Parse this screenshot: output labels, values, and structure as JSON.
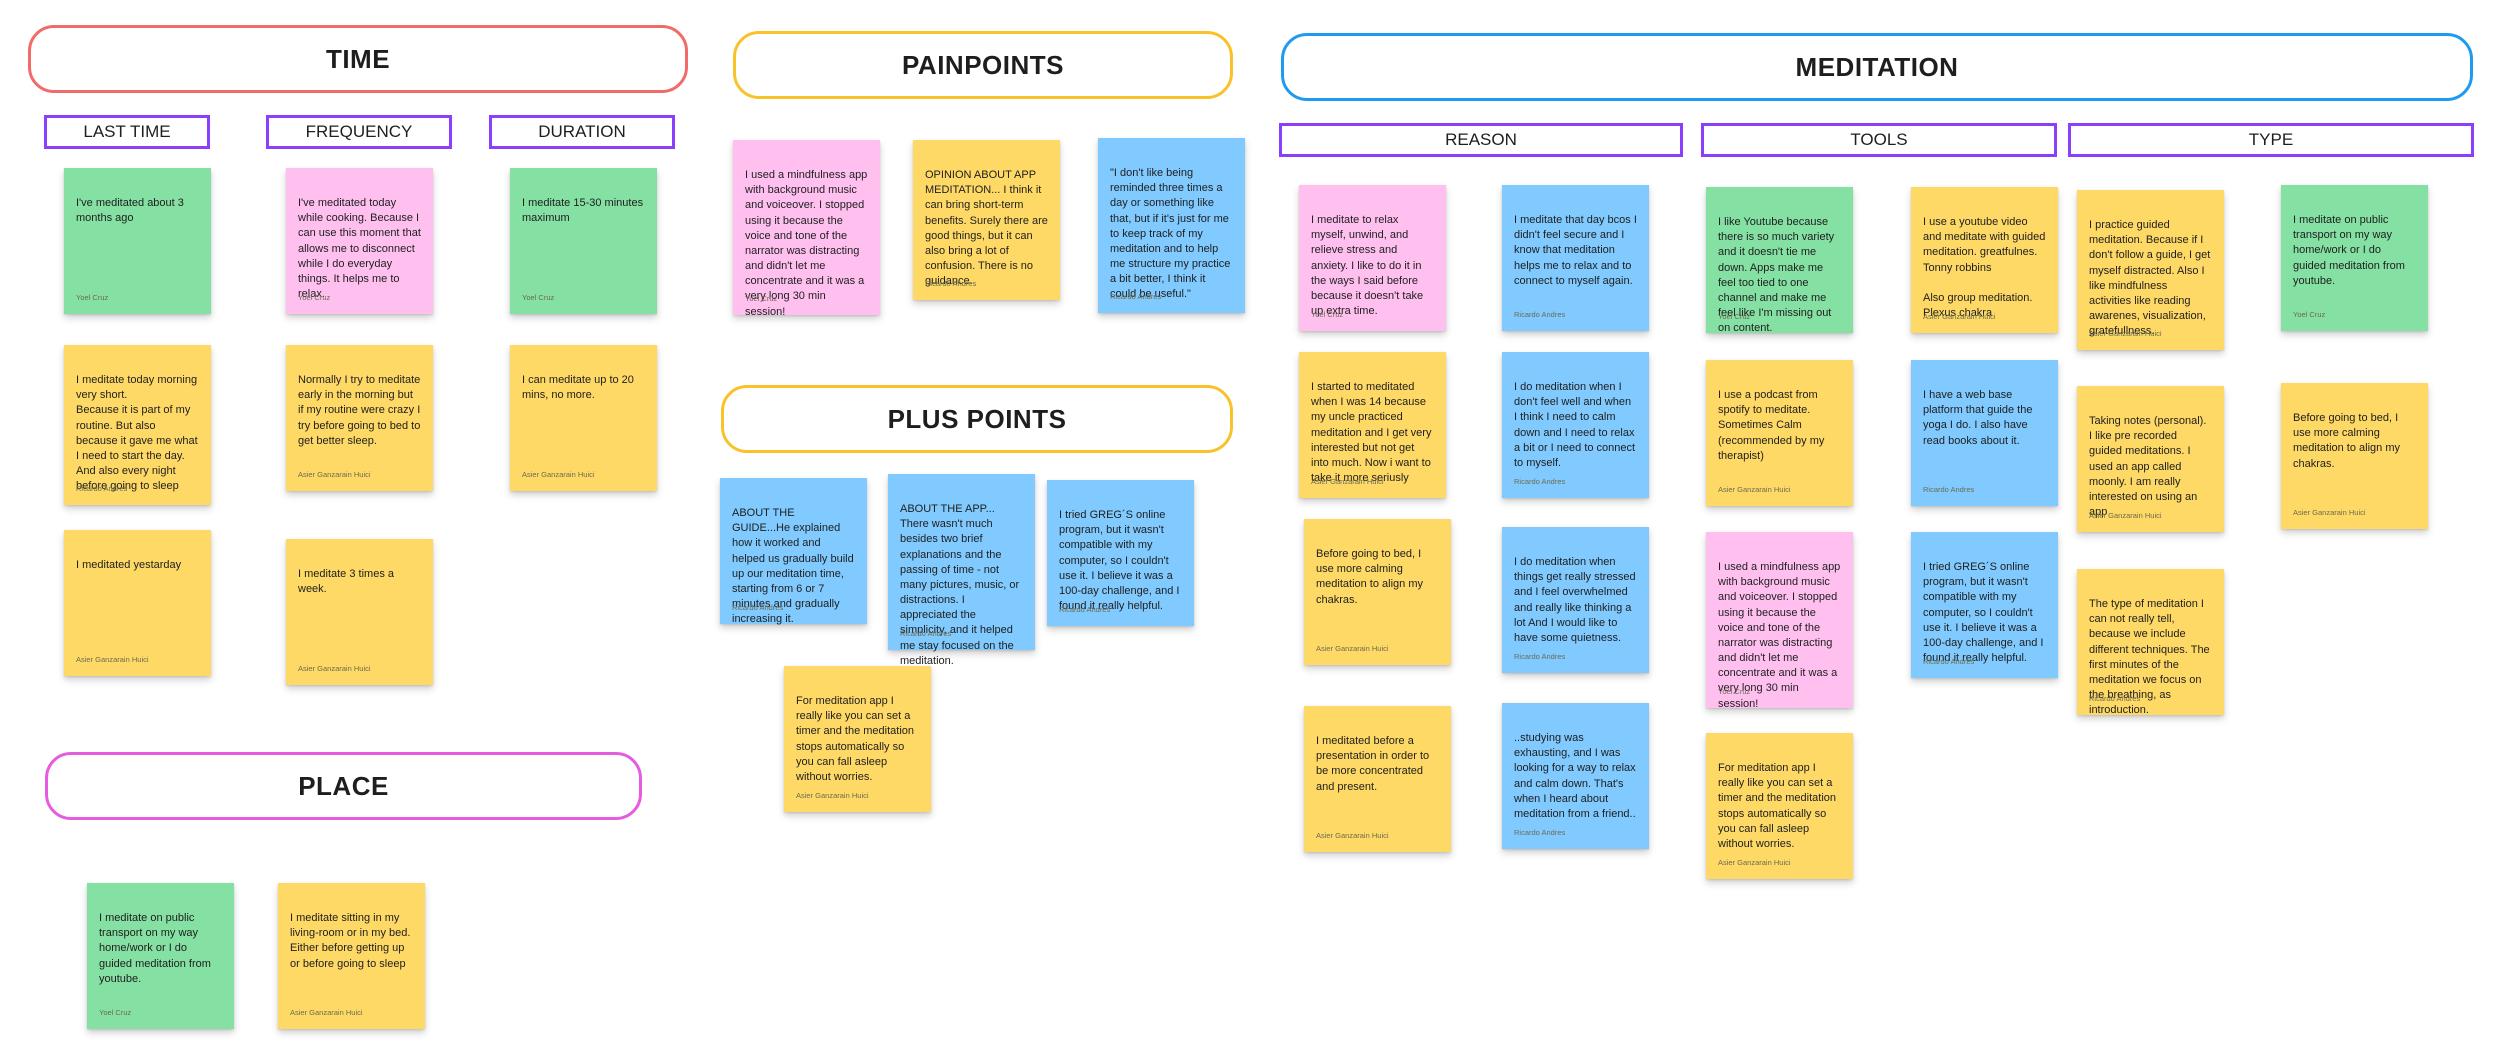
{
  "sections": {
    "time": "TIME",
    "painpoints": "PAINPOINTS",
    "pluspoints": "PLUS POINTS",
    "meditation": "MEDITATION",
    "place": "PLACE"
  },
  "colors": {
    "time_border": "#f26b6b",
    "painpoints_border": "#f9c22a",
    "pluspoints_border": "#f9c22a",
    "meditation_border": "#1e9bf0",
    "place_border": "#e65ce0",
    "header_border": "#8a3ffc",
    "sticky_yellow": "#ffd966",
    "sticky_green": "#85e0a3",
    "sticky_pink": "#ffc0f0",
    "sticky_blue": "#80caff"
  },
  "headers": {
    "last_time": "LAST TIME",
    "frequency": "FREQUENCY",
    "duration": "DURATION",
    "reason": "REASON",
    "tools": "TOOLS",
    "type": "TYPE"
  },
  "notes": {
    "lt1": {
      "text": "I've meditated about 3 months ago",
      "author": "Yoel Cruz"
    },
    "lt2": {
      "text": "I meditate today morning very short.\nBecause it is part of my routine.  But also because it gave me what I need to start the day.\nAnd also every night before going to sleep",
      "author": "Ricardo Andres"
    },
    "lt3": {
      "text": "I meditated yestarday",
      "author": "Asier Ganzarain Huici"
    },
    "fr1": {
      "text": "I've meditated today while cooking. Because I can use this moment that allows me to disconnect while I do everyday things. It helps me to relax.",
      "author": "Yoel Cruz"
    },
    "fr2": {
      "text": "Normally I try to meditate early in the morning but if my routine were crazy I try before going to bed to get better sleep.",
      "author": "Asier Ganzarain Huici"
    },
    "fr3": {
      "text": "I meditate 3 times a week.",
      "author": "Asier Ganzarain Huici"
    },
    "du1": {
      "text": "I meditate 15-30 minutes maximum",
      "author": "Yoel Cruz"
    },
    "du2": {
      "text": "I can meditate up to 20 mins, no more.",
      "author": "Asier Ganzarain Huici"
    },
    "pl1": {
      "text": "I meditate on public transport on my way home/work or I do guided meditation from youtube.",
      "author": "Yoel Cruz"
    },
    "pl2": {
      "text": "I meditate  sitting in my living-room or in my bed. Either before getting up or before going to sleep",
      "author": "Asier Ganzarain Huici"
    },
    "pp1": {
      "text": "I used a mindfulness app with background music and voiceover. I stopped using it because the voice and tone of the narrator was distracting and didn't let me concentrate and it was a very long 30 min session!",
      "author": "Yoel Cruz"
    },
    "pp2": {
      "text": "OPINION ABOUT APP MEDITATION... I think it can bring short-term benefits. Surely there are good things, but it can also bring a lot of confusion. There is no guidance.",
      "author": "Ricardo Andres"
    },
    "pp3": {
      "text": "\"I don't like being reminded three times a day or something like that, but if it's just for me to keep track of my meditation and to help me structure my practice a bit better, I think it could be useful.\"",
      "author": "Ricardo Andres"
    },
    "pl_a": {
      "text": "ABOUT THE GUIDE...He explained how it worked and helped us gradually build up our meditation time, starting from 6 or 7 minutes and gradually increasing it.",
      "author": "Ricardo Andres"
    },
    "pl_b": {
      "text": "ABOUT THE APP... There wasn't much besides two brief explanations and the passing of time - not many pictures, music, or distractions. I appreciated the simplicity, and it helped me stay focused on the meditation.",
      "author": "Ricardo Andres"
    },
    "pl_c": {
      "text": "I tried GREG´S online program, but it wasn't compatible with my computer, so I couldn't use it. I believe it was a 100-day challenge, and I found it really helpful.",
      "author": "Ricardo Andres"
    },
    "pl_d": {
      "text": "For meditation app I really like you can set a timer and the meditation stops automatically so you can fall asleep without worries.",
      "author": "Asier Ganzarain Huici"
    },
    "re1": {
      "text": "I meditate to relax myself, unwind, and relieve stress and anxiety. I like to do it in the ways I said before because it doesn't take up extra time.",
      "author": "Yoel Cruz"
    },
    "re2": {
      "text": "I started to meditated when I was 14 because my uncle practiced meditation and I get very interested but not get into much. Now i want to take it more seriusly",
      "author": "Asier Ganzarain Huici"
    },
    "re3": {
      "text": "Before going to bed, I use more calming meditation to align my chakras.",
      "author": "Asier Ganzarain Huici"
    },
    "re4": {
      "text": "I meditated before a presentation in order to be more concentrated and present.",
      "author": "Asier Ganzarain Huici"
    },
    "re5": {
      "text": "I meditate that day bcos  I didn't feel secure and I know that meditation helps me to relax and to connect to myself again.",
      "author": "Ricardo Andres"
    },
    "re6": {
      "text": "I do meditation when I don't feel well and when I think I need to calm down and I need to relax a bit or I need to connect to myself.",
      "author": "Ricardo Andres"
    },
    "re7": {
      "text": "I do meditation when things get really stressed and I feel overwhelmed and really like thinking a lot And I would like to have some quietness.",
      "author": "Ricardo Andres"
    },
    "re8": {
      "text": "..studying was exhausting, and I was looking for a way to relax and calm down. That's when I heard about meditation from a friend..",
      "author": "Ricardo Andres"
    },
    "to1": {
      "text": "I like Youtube because there is so much variety and it doesn't tie me down. Apps make me feel too tied to one channel and make me feel like I'm missing out on content.",
      "author": "Yoel Cruz"
    },
    "to2": {
      "text": "I use a podcast from spotify to meditate. Sometimes Calm (recommended by my therapist)",
      "author": "Asier Ganzarain Huici"
    },
    "to3": {
      "text": "I used a mindfulness app with background music and voiceover. I stopped using it because the voice and tone of the narrator was distracting and didn't let me concentrate and it was a very long 30 min session!",
      "author": "Yoel Cruz"
    },
    "to4": {
      "text": "For meditation app I really like you can set a timer and the meditation stops automatically so you can fall asleep without worries.",
      "author": "Asier Ganzarain Huici"
    },
    "to5": {
      "text": "I use a youtube video and meditate with guided meditation. greatfulnes. Tonny robbins\n\nAlso group meditation. Plexus chakra",
      "author": "Asier Ganzarain Huici"
    },
    "to6": {
      "text": "I have a web base platform that guide the yoga I do.  I also have read books about it.",
      "author": "Ricardo Andres"
    },
    "to7": {
      "text": "I tried GREG´S online program, but it wasn't compatible with my computer, so I couldn't use it. I believe it was a 100-day challenge, and I found it really helpful.",
      "author": "Ricardo Andres"
    },
    "ty1": {
      "text": "I practice guided meditation. Because if I don't follow a guide, I get myself distracted. Also I like mindfulness activities like reading awarenes, visualization, gratefullness.",
      "author": "Asier Ganzarain Huici"
    },
    "ty2": {
      "text": "Taking notes (personal). I like pre recorded guided meditations. I used an app called moonly. I am really interested on using an app",
      "author": "Asier Ganzarain Huici"
    },
    "ty3": {
      "text": "The type of meditation I can not really tell, because we include different techniques.   The first minutes of the meditation we focus on the breathing, as introduction.",
      "author": "Ricardo Andres"
    },
    "ty4": {
      "text": "I meditate on public transport on my way home/work or I do guided meditation from youtube.",
      "author": "Yoel Cruz"
    },
    "ty5": {
      "text": "Before going to bed, I use more calming meditation to align my chakras.",
      "author": "Asier Ganzarain Huici"
    }
  }
}
